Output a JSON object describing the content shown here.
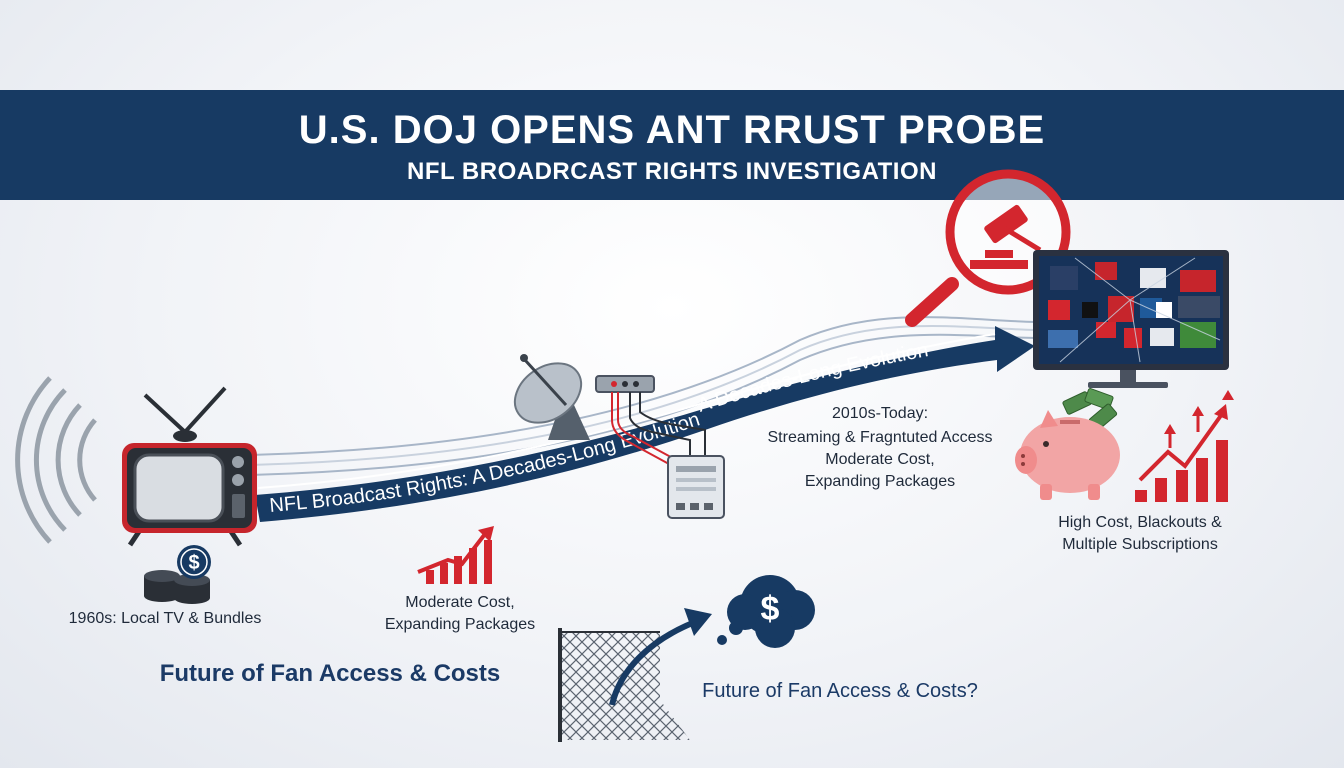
{
  "banner": {
    "title": "U.S. DOJ OPENS ANT RRUST PROBE",
    "subtitle": "NFL BROADRCAST RIGHTS INVESTIGATION"
  },
  "ribbon": {
    "lower_text": "NFL Broadcast Rights: A Decades-Long Evolution",
    "upper_text": "A Decades-Long Evolution"
  },
  "eras": {
    "era_1960s": "1960s: Local TV & Bundles",
    "mid_cost_line1": "Moderate Cost,",
    "mid_cost_line2": "Expanding Packages",
    "era_2010s_line1": "2010s-Today:",
    "era_2010s_line2": "Streaming & Fragntuted Access",
    "era_2010s_cost_line1": "Moderate Cost,",
    "era_2010s_cost_line2": "Expanding Packages",
    "high_line1": "High Cost, Blackouts &",
    "high_line2": "Multiple Subscriptions"
  },
  "future": {
    "left": "Future of Fan Access & Costs",
    "right": "Future of Fan Access & Costs?",
    "cloud_symbol": "$"
  },
  "coin_symbol": "$",
  "colors": {
    "navy": "#173a63",
    "red": "#d3262e",
    "white": "#ffffff"
  },
  "icons": [
    "vintage-tv-icon",
    "signal-waves-icon",
    "satellite-dish-icon",
    "cable-box-icon",
    "coin-stack-icon",
    "growth-chart-icon",
    "magnifier-gavel-icon",
    "smart-tv-icon",
    "piggy-bank-icon",
    "fence-icon",
    "thought-cloud-icon"
  ]
}
